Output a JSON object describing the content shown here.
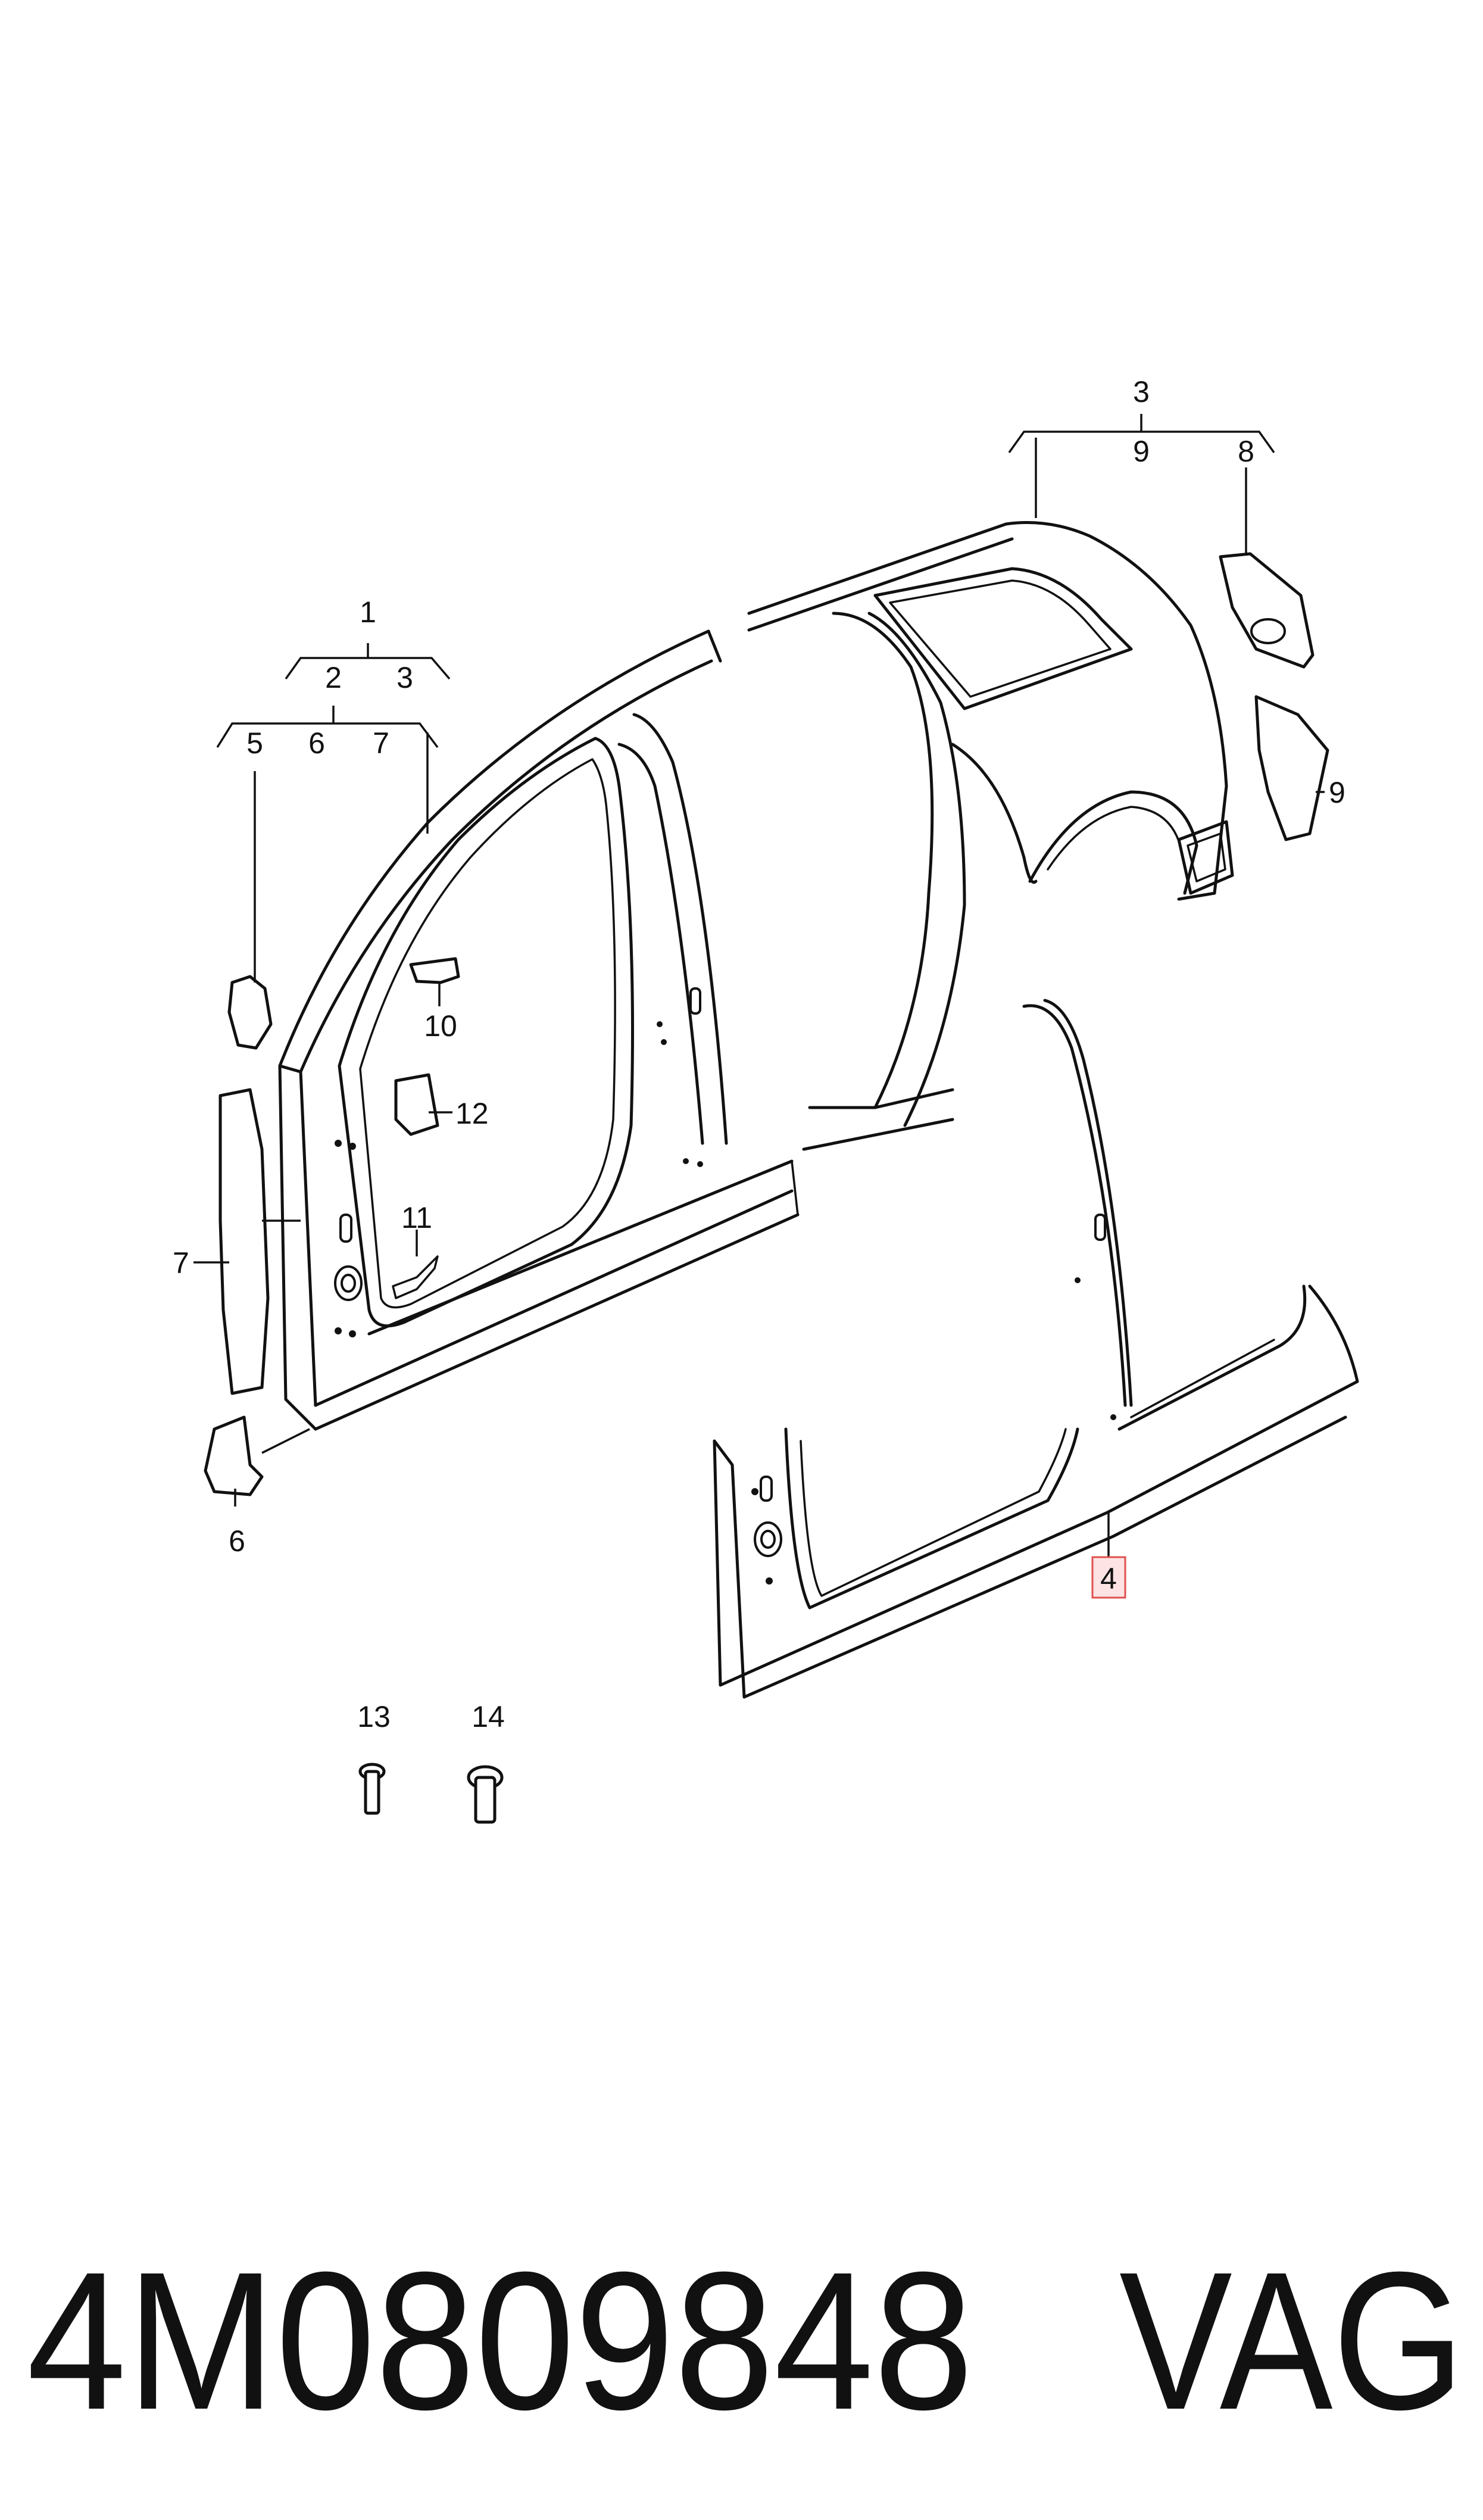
{
  "diagram": {
    "callouts": {
      "c1": "1",
      "c2": "2",
      "c3a": "3",
      "c3b": "3",
      "c4": "4",
      "c5": "5",
      "c6a": "6",
      "c6b": "6",
      "c7a": "7",
      "c7b": "7",
      "c8": "8",
      "c9a": "9",
      "c9b": "9",
      "c10": "10",
      "c11": "11",
      "c12": "12",
      "c13": "13",
      "c14": "14"
    },
    "highlighted_callout": "4",
    "highlight_color": "#e05050"
  },
  "footer": {
    "part_number": "4M0809848",
    "brand": "VAG"
  }
}
